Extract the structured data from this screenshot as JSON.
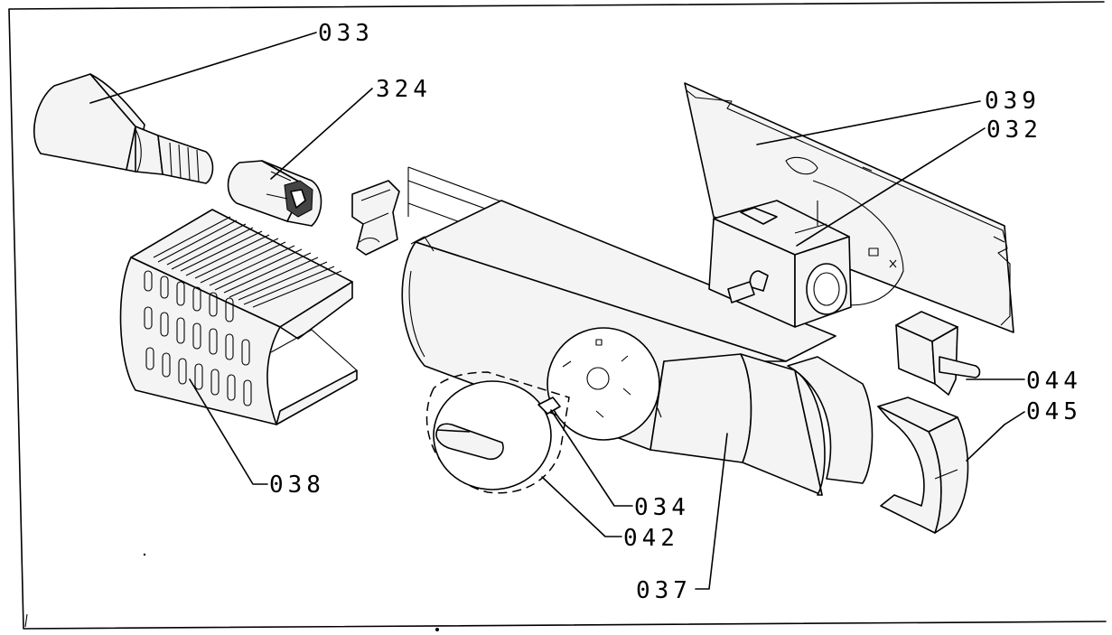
{
  "diagram": {
    "labels": [
      "033",
      "324",
      "039",
      "032",
      "044",
      "045",
      "038",
      "034",
      "042",
      "037"
    ]
  }
}
